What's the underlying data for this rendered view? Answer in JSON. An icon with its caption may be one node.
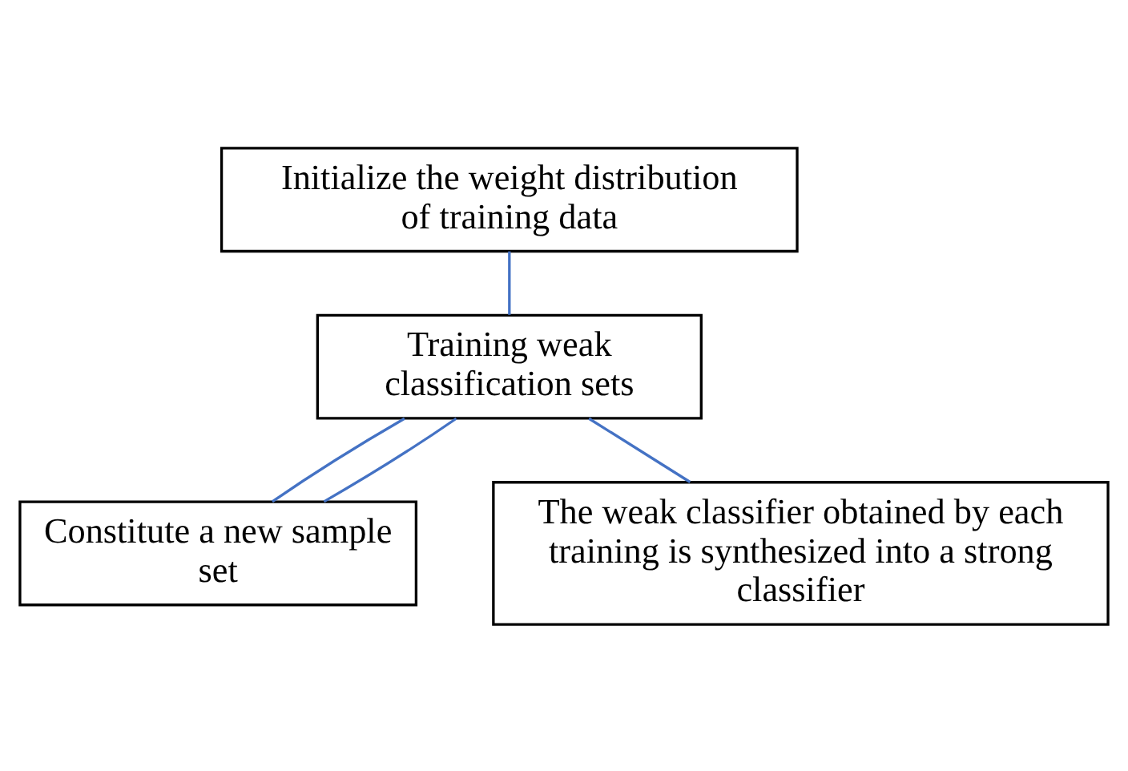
{
  "diagram": {
    "nodes": [
      {
        "text": [
          "Initialize the weight distribution of training data"
        ]
      },
      {
        "text": [
          "Training weak classification sets"
        ]
      },
      {
        "text": [
          "Constitute a new sample set"
        ]
      },
      {
        "text": [
          "The weak classifier obtained by each training is synthesized into a strong classifier"
        ]
      }
    ],
    "edges": [
      {
        "from": 0,
        "to": 1,
        "arrow": "none"
      },
      {
        "from": 1,
        "to": 2,
        "arrow": "none"
      },
      {
        "from": 2,
        "to": 1,
        "arrow": "none"
      },
      {
        "from": 1,
        "to": 3,
        "arrow": "none"
      }
    ]
  }
}
